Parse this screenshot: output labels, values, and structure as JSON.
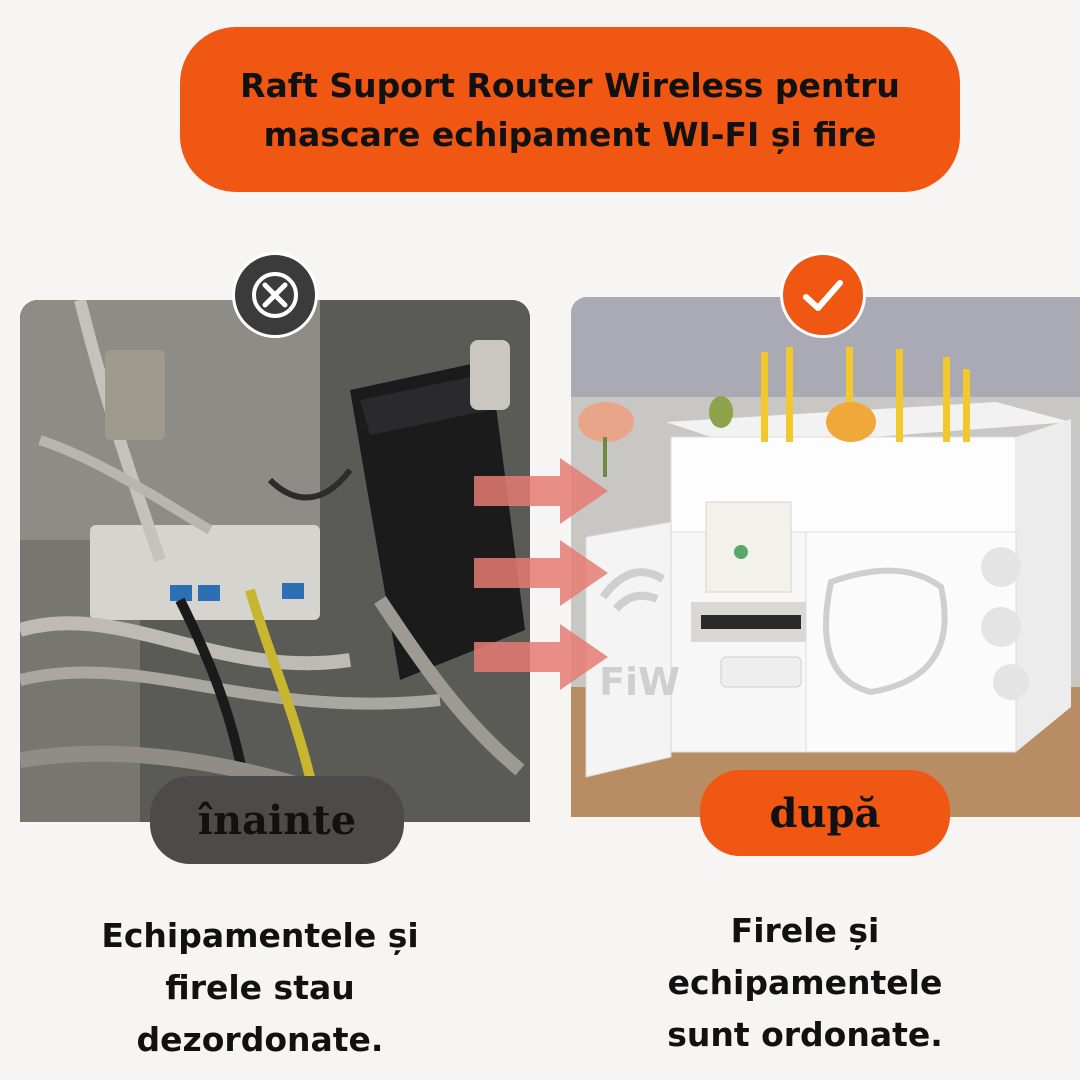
{
  "header": {
    "title_line1": "Raft Suport Router Wireless pentru",
    "title_line2": "mascare echipament WI-FI și fire"
  },
  "before": {
    "badge_icon": "close-x-icon",
    "label": "înainte",
    "caption_line1": "Echipamentele și",
    "caption_line2": "firele stau",
    "caption_line3": "dezordonate."
  },
  "after": {
    "badge_icon": "checkmark-icon",
    "label": "după",
    "caption_line1": "Firele și",
    "caption_line2": "echipamentele",
    "caption_line3": "sunt ordonate.",
    "door_text": "FiW"
  },
  "colors": {
    "accent": "#ef5713",
    "dark_pill": "#4d4b49",
    "arrow": "#e57b73",
    "background": "#f6f5f3"
  }
}
